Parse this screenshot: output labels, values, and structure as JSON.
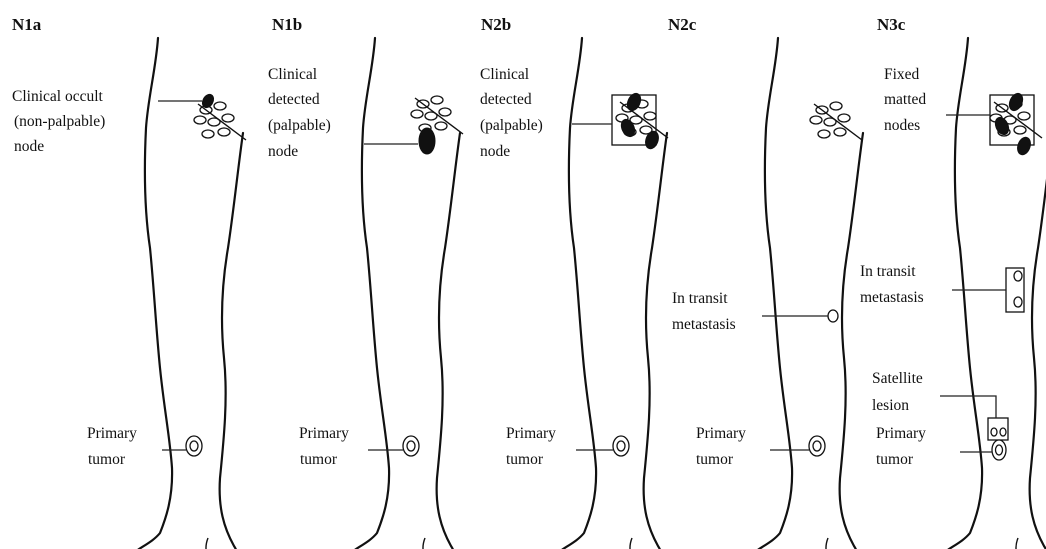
{
  "panels": [
    {
      "heading": "N1a"
    },
    {
      "heading": "N1b"
    },
    {
      "heading": "N2b"
    },
    {
      "heading": "N2c"
    },
    {
      "heading": "N3c"
    }
  ],
  "labels": {
    "n1a_node": [
      "Clinical occult",
      "(non-palpable)",
      "node"
    ],
    "n1a_tumor": [
      "Primary",
      "tumor"
    ],
    "n1b_node": [
      "Clinical",
      "detected",
      "(palpable)",
      "node"
    ],
    "n1b_tumor": [
      "Primary",
      "tumor"
    ],
    "n2b_node": [
      "Clinical",
      "detected",
      "(palpable)",
      "node"
    ],
    "n2b_tumor": [
      "Primary",
      "tumor"
    ],
    "n2c_transit": [
      "In transit",
      "metastasis"
    ],
    "n2c_tumor": [
      "Primary",
      "tumor"
    ],
    "n3c_nodes": [
      "Fixed",
      "matted",
      "nodes"
    ],
    "n3c_transit": [
      "In transit",
      "metastasis"
    ],
    "n3c_satellite": [
      "Satellite",
      "lesion"
    ],
    "n3c_tumor": [
      "Primary",
      "tumor"
    ]
  },
  "colors": {
    "ink": "#111111",
    "background": "#ffffff"
  }
}
